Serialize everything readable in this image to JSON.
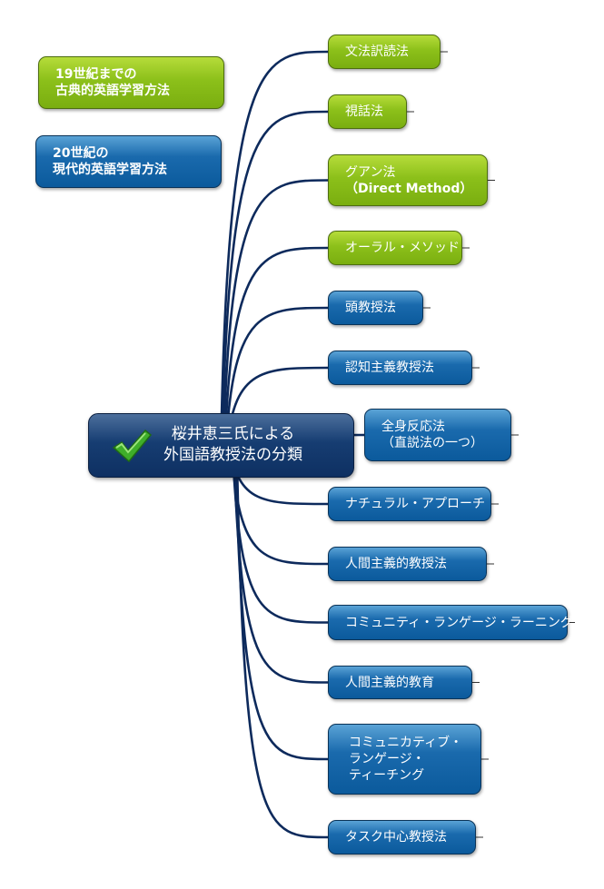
{
  "legend": [
    {
      "line1": "19世紀までの",
      "line2": "古典的英語学習方法",
      "color": "#8cc01a"
    },
    {
      "line1": "20世紀の",
      "line2": "現代的英語学習方法",
      "color": "#1a6aad"
    }
  ],
  "center": {
    "line1": "桜井恵三氏による",
    "line2": "外国語教授法の分類",
    "icon": "checkmark-icon"
  },
  "nodes": [
    {
      "label": "文法訳読法",
      "type": "classical"
    },
    {
      "label": "視話法",
      "type": "classical"
    },
    {
      "label": "グアン法",
      "label2": "（Direct Method）",
      "type": "classical"
    },
    {
      "label": "オーラル・メソッド",
      "type": "classical"
    },
    {
      "label": "頭教授法",
      "type": "modern"
    },
    {
      "label": "認知主義教授法",
      "type": "modern"
    },
    {
      "label": "全身反応法",
      "label2": "（直説法の一つ）",
      "type": "modern"
    },
    {
      "label": "ナチュラル・アプローチ",
      "type": "modern"
    },
    {
      "label": "人間主義的教授法",
      "type": "modern"
    },
    {
      "label": "コミュニティ・ランゲージ・ラーニング",
      "type": "modern"
    },
    {
      "label": "人間主義的教育",
      "type": "modern"
    },
    {
      "label": "コミュニカティブ・",
      "label2": "ランゲージ・",
      "label3": "ティーチング",
      "type": "modern"
    },
    {
      "label": "タスク中心教授法",
      "type": "modern"
    }
  ],
  "colors": {
    "link": "#0d2a5c",
    "classical": "#8cc01a",
    "modern": "#1a6aad",
    "center": "#163d72"
  }
}
